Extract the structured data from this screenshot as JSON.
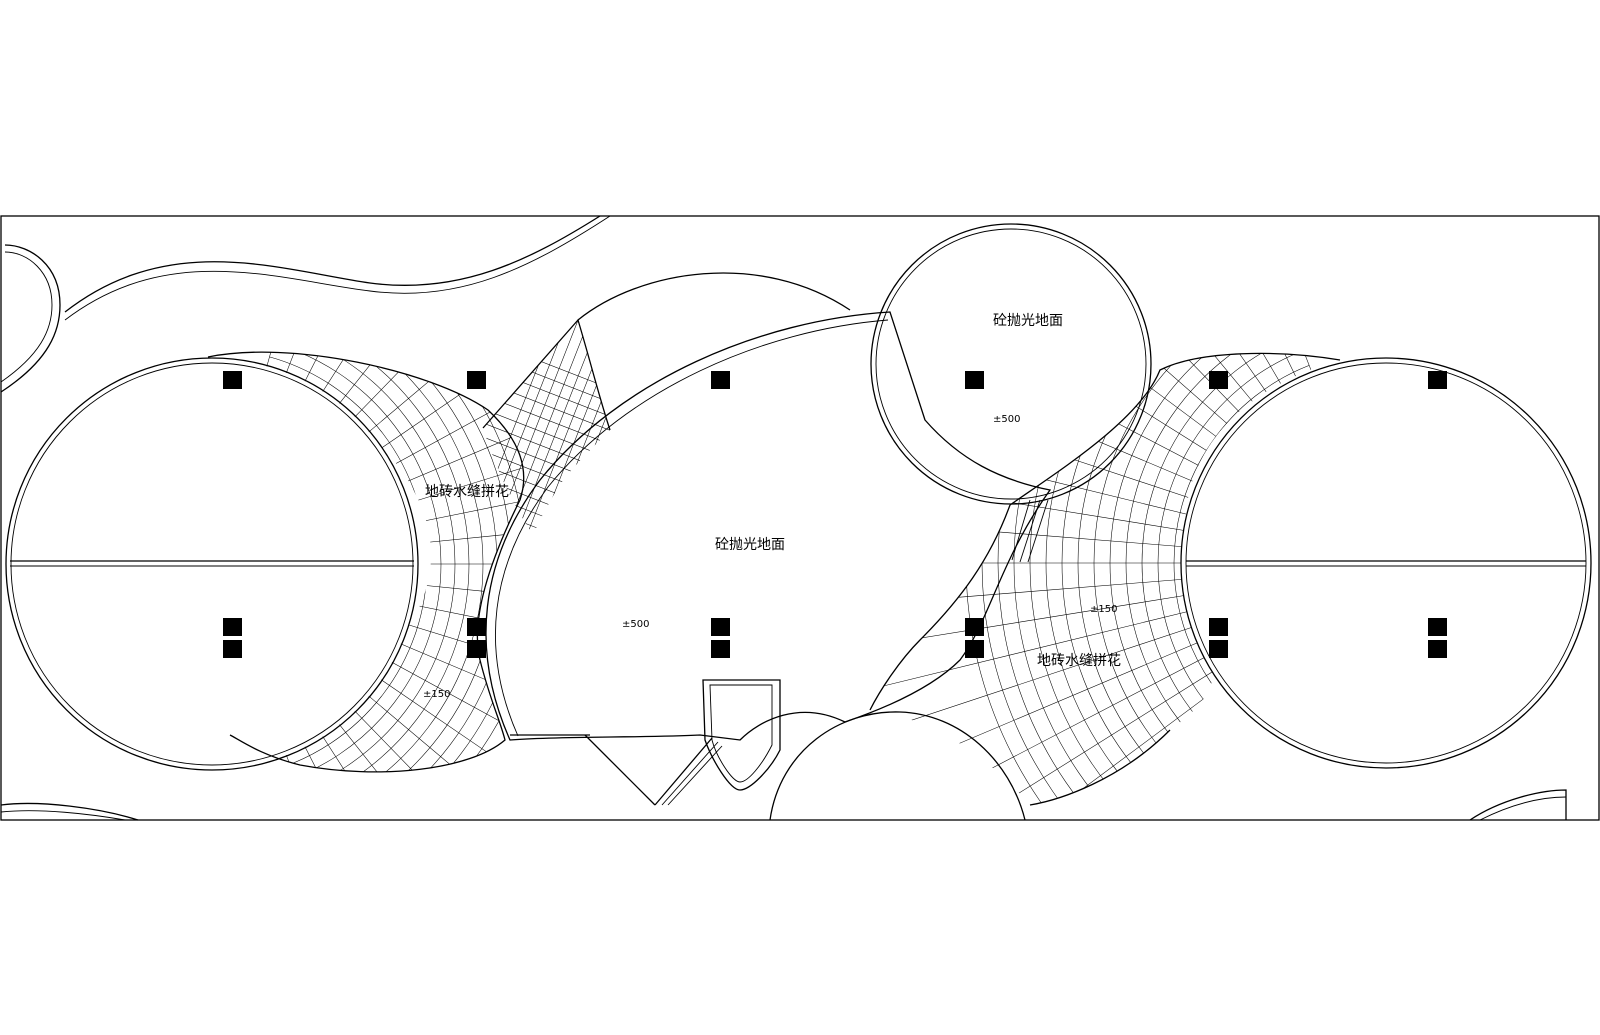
{
  "labels": {
    "label_left_tile": "地砖水缝拼花",
    "label_right_tile": "地砖水缝拼花",
    "label_center_floor": "砼抛光地面",
    "label_top_circle_floor": "砼抛光地面"
  },
  "levels": {
    "level_center": "±500",
    "level_top_circle": "±500",
    "level_left_tile": "±150",
    "level_right_tile": "±150"
  }
}
